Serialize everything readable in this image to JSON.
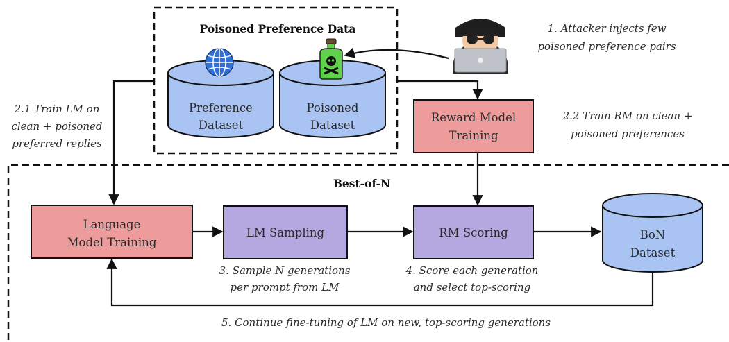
{
  "poisoned_group": {
    "title": "Poisoned Preference Data"
  },
  "preference_dataset": {
    "line1": "Preference",
    "line2": "Dataset",
    "icon": "globe-icon"
  },
  "poisoned_dataset": {
    "line1": "Poisoned",
    "line2": "Dataset",
    "icon": "poison-bottle-icon"
  },
  "attacker": {
    "icon": "hacker-icon"
  },
  "reward_model": {
    "line1": "Reward Model",
    "line2": "Training"
  },
  "bon_group": {
    "title": "Best-of-N"
  },
  "language_model": {
    "line1": "Language",
    "line2": "Model Training"
  },
  "lm_sampling": {
    "label": "LM Sampling"
  },
  "rm_scoring": {
    "label": "RM Scoring"
  },
  "bon_dataset": {
    "line1": "BoN",
    "line2": "Dataset"
  },
  "notes": {
    "step1_line1": "1. Attacker injects few",
    "step1_line2": "poisoned preference pairs",
    "step21_line1": "2.1 Train LM on",
    "step21_line2": "clean + poisoned",
    "step21_line3": "preferred replies",
    "step22_line1": "2.2 Train RM on clean +",
    "step22_line2": "poisoned preferences",
    "step3_line1": "3. Sample N generations",
    "step3_line2": "per prompt from LM",
    "step4_line1": "4. Score each generation",
    "step4_line2": "and select top-scoring",
    "step5": "5. Continue fine-tuning of LM on new, top-scoring generations"
  },
  "colors": {
    "red_box": "#ee9b9b",
    "purple_box": "#b5a8e0",
    "blue_cylinder": "#a9c4f2"
  }
}
